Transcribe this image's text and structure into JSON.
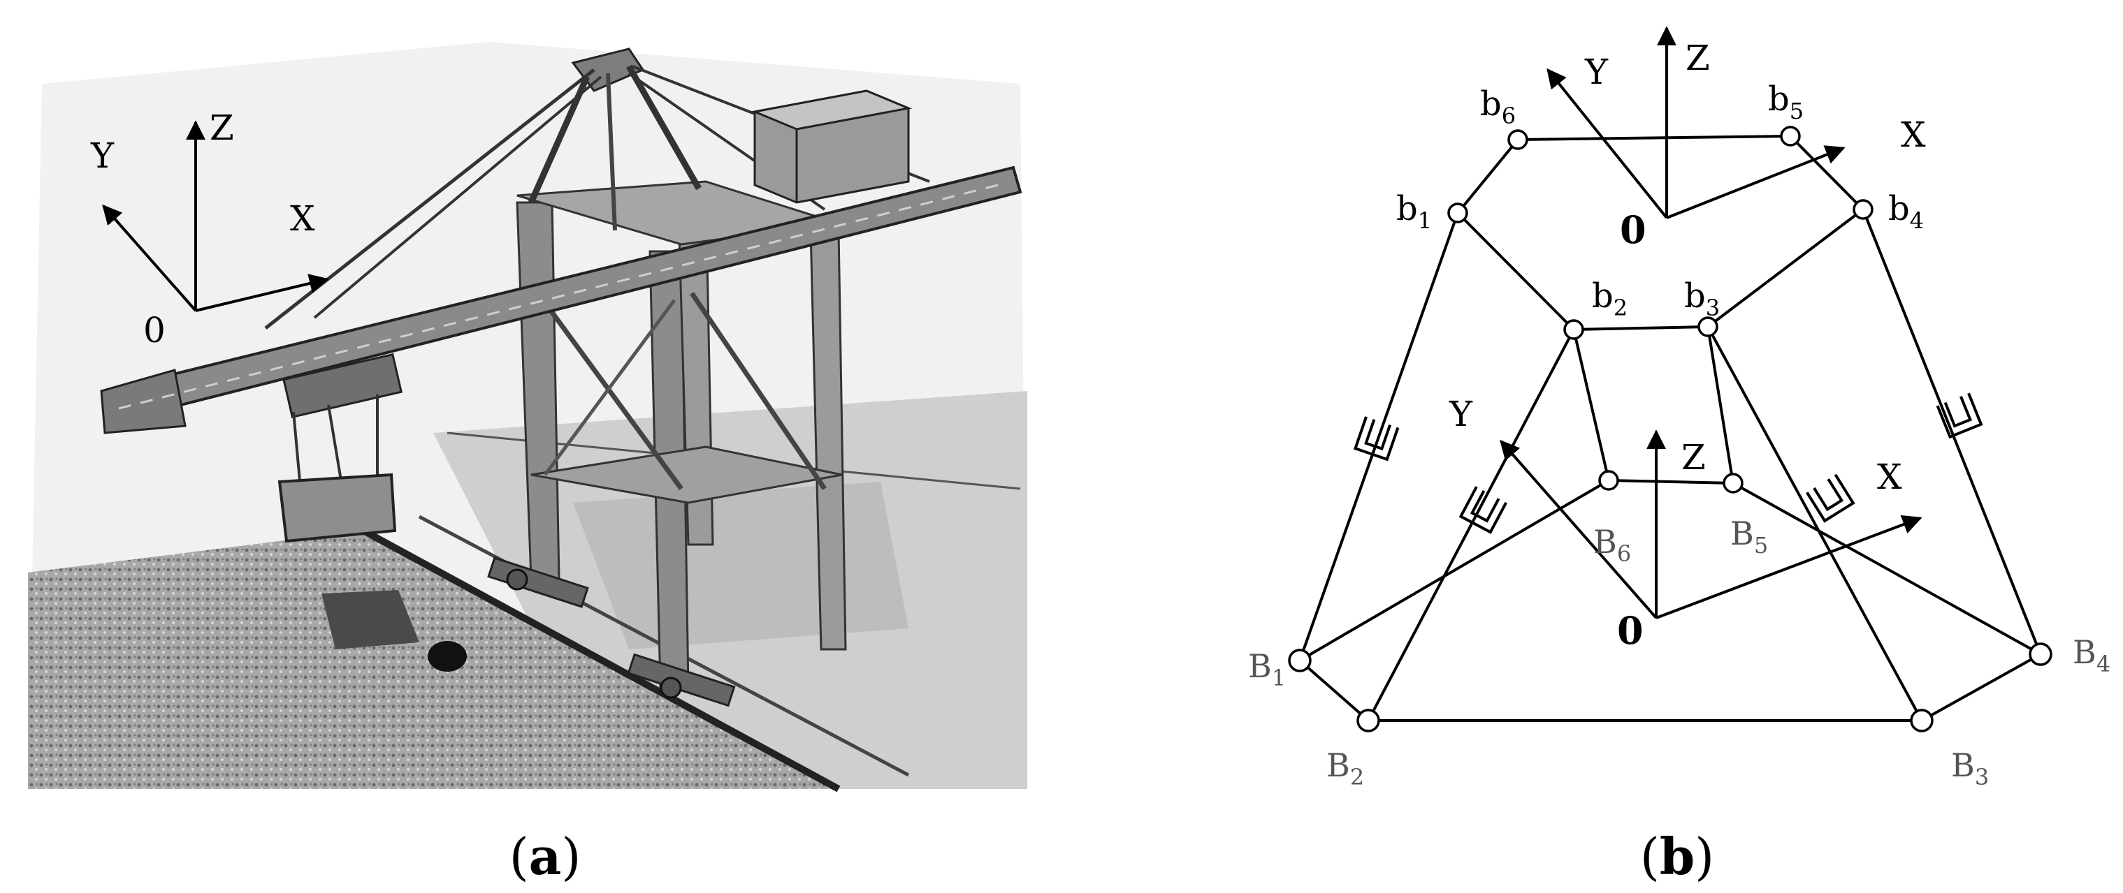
{
  "panel_a": {
    "caption_open": "(",
    "caption_letter": "a",
    "caption_close": ")",
    "axes": {
      "x": "X",
      "y": "Y",
      "z": "Z",
      "origin": "0"
    }
  },
  "panel_b": {
    "caption_open": "(",
    "caption_letter": "b",
    "caption_close": ")",
    "top_axes": {
      "x": "X",
      "y": "Y",
      "z": "Z",
      "origin": "0"
    },
    "bottom_axes": {
      "x": "X",
      "y": "Y",
      "z": "Z",
      "origin": "0"
    },
    "upper_joints": [
      {
        "base": "b",
        "sub": "1"
      },
      {
        "base": "b",
        "sub": "2"
      },
      {
        "base": "b",
        "sub": "3"
      },
      {
        "base": "b",
        "sub": "4"
      },
      {
        "base": "b",
        "sub": "5"
      },
      {
        "base": "b",
        "sub": "6"
      }
    ],
    "lower_joints": [
      {
        "base": "B",
        "sub": "1"
      },
      {
        "base": "B",
        "sub": "2"
      },
      {
        "base": "B",
        "sub": "3"
      },
      {
        "base": "B",
        "sub": "4"
      },
      {
        "base": "B",
        "sub": "5"
      },
      {
        "base": "B",
        "sub": "6"
      }
    ]
  },
  "colors": {
    "line": "#000000",
    "label_gray": "#555555",
    "ground_gray": "#9a9a9a",
    "water_dark": "#6a6a6a",
    "background": "#ffffff"
  }
}
